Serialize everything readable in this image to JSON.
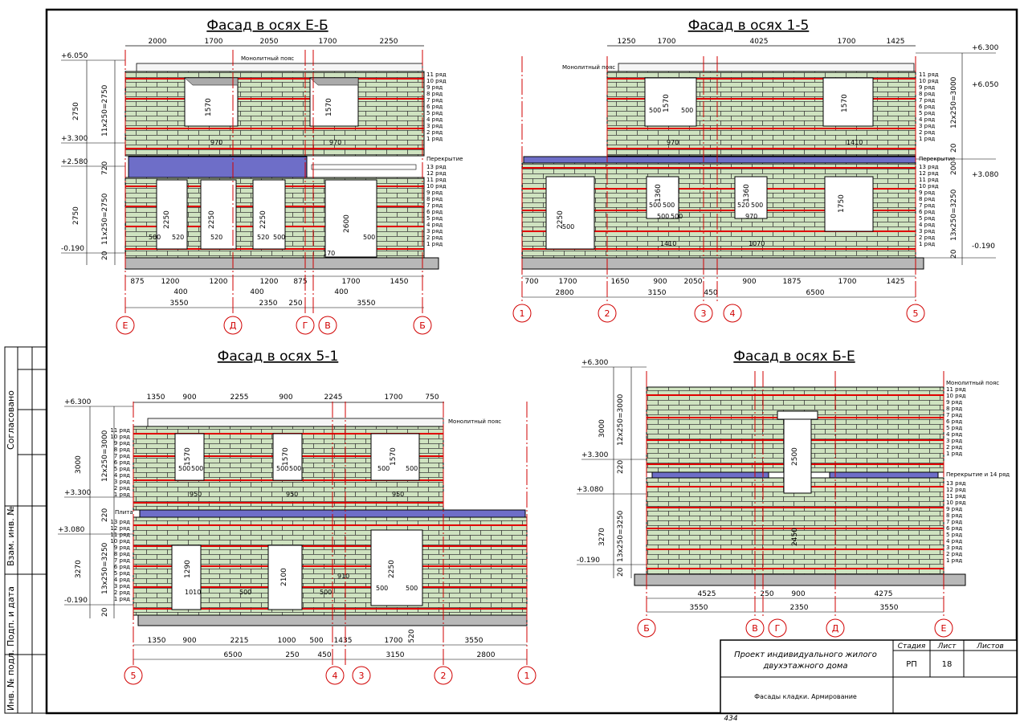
{
  "sheet": {
    "project": "Проект индивидуального жилого двухэтажного дома",
    "stage_header": "Стадия",
    "sheet_header": "Лист",
    "sheets_header": "Листов",
    "stage": "РП",
    "sheet_no": "18",
    "drawing_title": "Фасады кладки. Армирование",
    "page_number": "434",
    "side_labels": [
      "Согласовано",
      "Взам. инв. №",
      "Подп. и дата",
      "Инв. № подл."
    ]
  },
  "labels": {
    "belt": "Монолитный пояс",
    "slab": "Перекрытие",
    "plate": "Плита",
    "slab14": "Перекрытие и 14 ряд"
  },
  "views": [
    {
      "title": "Фасад в осях Е-Б",
      "top_dims": [
        "2000",
        "1700",
        "2050",
        "1700",
        "2250"
      ],
      "bottom_dims_1": [
        "875",
        "1200",
        "1200",
        "1200",
        "875",
        "1700",
        "1450"
      ],
      "bottom_dims_2": [
        "400",
        "400",
        "400"
      ],
      "bottom_dims_3": [
        "3550",
        "2350",
        "250",
        "3550"
      ],
      "levels": [
        "+6.050",
        "+3.300",
        "+2.580",
        "-0.190"
      ],
      "vertical_dims": [
        "2750",
        "11x250=2750",
        "720",
        "2750",
        "11x250=2750",
        "20"
      ],
      "openings": [
        "1570",
        "1570",
        "2250",
        "2250",
        "2250",
        "2600"
      ],
      "notes": [
        "500",
        "520",
        "520",
        "520",
        "500",
        "170",
        "500",
        "970",
        "970"
      ],
      "axes": [
        "Е",
        "Д",
        "Г",
        "В",
        "Б"
      ]
    },
    {
      "title": "Фасад в осях 1-5",
      "top_dims": [
        "1250",
        "1700",
        "4025",
        "1700",
        "1425"
      ],
      "bottom_dims_1": [
        "700",
        "1700",
        "1650",
        "900",
        "2050",
        "900",
        "1875",
        "1700",
        "1425"
      ],
      "bottom_dims_2": [
        "2800",
        "3150",
        "450",
        "6500"
      ],
      "levels": [
        "+6.300",
        "+6.050",
        "+3.080",
        "-0.190"
      ],
      "vertical_dims": [
        "12x250=3000",
        "20",
        "200",
        "13x250=3250",
        "20"
      ],
      "openings": [
        "1570",
        "1570",
        "2250",
        "1360",
        "1360",
        "1750"
      ],
      "notes": [
        "500",
        "500",
        "500",
        "500",
        "520",
        "500",
        "500",
        "500",
        "500",
        "970",
        "970",
        "1410",
        "1410",
        "1070"
      ],
      "axes": [
        "1",
        "2",
        "3",
        "4",
        "5"
      ]
    },
    {
      "title": "Фасад в осях 5-1",
      "top_dims": [
        "1350",
        "900",
        "2255",
        "900",
        "2245",
        "1700",
        "750"
      ],
      "bottom_dims_1": [
        "1350",
        "900",
        "2215",
        "1000",
        "500",
        "1435",
        "1700",
        "520",
        "3550"
      ],
      "bottom_dims_2": [
        "6500",
        "250",
        "450",
        "3150",
        "2800"
      ],
      "levels": [
        "+6.300",
        "+3.300",
        "+3.080",
        "-0.190"
      ],
      "vertical_dims": [
        "3000",
        "12x250=3000",
        "220",
        "3270",
        "13x250=3250",
        "20"
      ],
      "openings": [
        "1570",
        "1570",
        "1570",
        "1290",
        "2100",
        "2250"
      ],
      "notes": [
        "500",
        "500",
        "500",
        "500",
        "500",
        "500",
        "500",
        "500",
        "950",
        "950",
        "950",
        "1010",
        "500",
        "500",
        "910"
      ],
      "axes": [
        "5",
        "4",
        "3",
        "2",
        "1"
      ]
    },
    {
      "title": "Фасад в осях Б-Е",
      "top_dims": [],
      "bottom_dims_1": [
        "4525",
        "250",
        "900",
        "4275"
      ],
      "bottom_dims_2": [
        "3550",
        "2350",
        "3550"
      ],
      "levels": [
        "+6.300",
        "+3.300",
        "+3.080",
        "-0.190"
      ],
      "vertical_dims": [
        "3000",
        "12x250=3000",
        "220",
        "3270",
        "13x250=3250",
        "20"
      ],
      "openings": [
        "2500",
        "2450"
      ],
      "notes": [],
      "axes": [
        "Б",
        "В",
        "Г",
        "Д",
        "Е"
      ]
    }
  ],
  "rows_upper": [
    "11 ряд",
    "10 ряд",
    "9 ряд",
    "8 ряд",
    "7 ряд",
    "6 ряд",
    "5 ряд",
    "4 ряд",
    "3 ряд",
    "2 ряд",
    "1 ряд"
  ],
  "rows_upper12": [
    "11 ряд",
    "10 ряд",
    "9 ряд",
    "8 ряд",
    "7 ряд",
    "6 ряд",
    "5 ряд",
    "4 ряд",
    "3 ряд",
    "2 ряд",
    "1 ряд"
  ],
  "rows_lower": [
    "13 ряд",
    "12 ряд",
    "11 ряд",
    "10 ряд",
    "9 ряд",
    "8 ряд",
    "7 ряд",
    "6 ряд",
    "5 ряд",
    "4 ряд",
    "3 ряд",
    "2 ряд",
    "1 ряд"
  ],
  "colors": {
    "brick": "#cfe3c0",
    "rebar": "#e00000",
    "slab": "#6e6ec8",
    "axis": "#d10000",
    "foundation": "#b8b8b8"
  }
}
